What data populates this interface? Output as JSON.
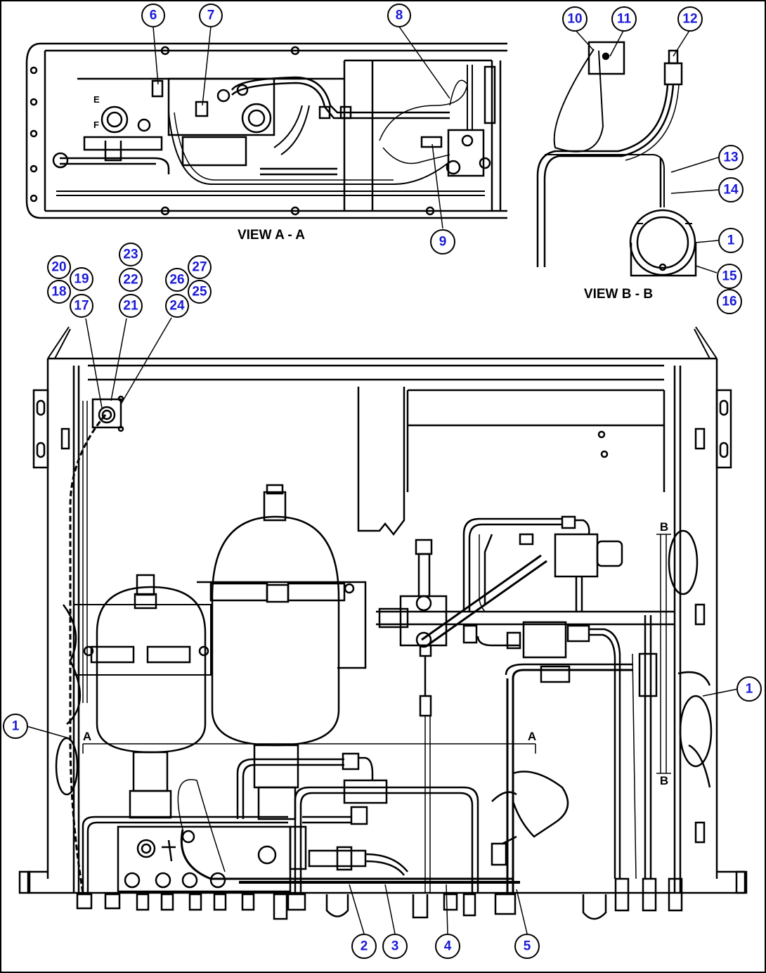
{
  "views": {
    "view_aa": "VIEW A - A",
    "view_bb": "VIEW B - B"
  },
  "section_marks": {
    "a_left": "A",
    "a_right": "A",
    "b_top": "B",
    "b_bottom": "B",
    "port_e": "E",
    "port_f": "F"
  },
  "callouts": {
    "c6": "6",
    "c7": "7",
    "c8": "8",
    "c9": "9",
    "c10": "10",
    "c11": "11",
    "c12": "12",
    "c13": "13",
    "c14": "14",
    "c1_viewb": "1",
    "c15": "15",
    "c16": "16",
    "c20": "20",
    "c19": "19",
    "c18": "18",
    "c17": "17",
    "c23": "23",
    "c22": "22",
    "c21": "21",
    "c27": "27",
    "c26": "26",
    "c25": "25",
    "c24": "24",
    "c1_left": "1",
    "c1_right": "1",
    "c2": "2",
    "c3": "3",
    "c4": "4",
    "c5": "5"
  }
}
